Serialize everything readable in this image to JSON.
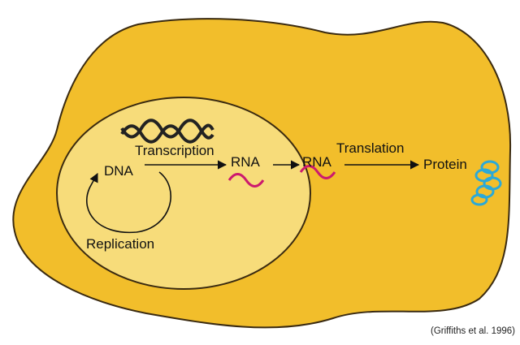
{
  "diagram": {
    "labels": {
      "dna": "DNA",
      "transcription": "Transcription",
      "rna_nucleus": "RNA",
      "rna_cytoplasm": "RNA",
      "translation": "Translation",
      "protein": "Protein",
      "replication": "Replication"
    },
    "citation": "(Griffiths et al. 1996)"
  },
  "colors": {
    "cell": "#f2be2b",
    "nucleus": "#f7dc7a",
    "outline": "#3a2a10",
    "rna_strand": "#cc1a6e",
    "protein": "#2aa9d8",
    "dna_helix": "#222222"
  },
  "icons": [
    "dna-double-helix",
    "rna-squiggle",
    "protein-coil"
  ]
}
